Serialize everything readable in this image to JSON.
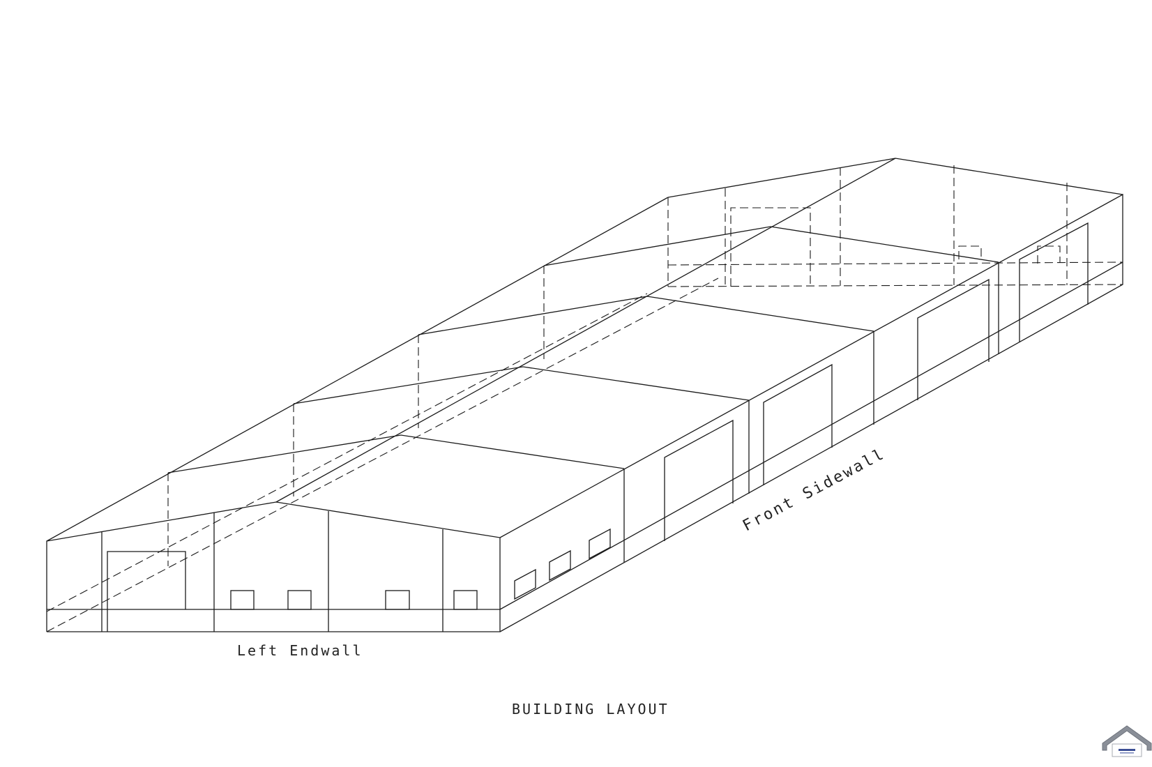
{
  "drawing": {
    "title": "BUILDING LAYOUT",
    "left_endwall_label": "Left Endwall",
    "front_sidewall_label": "Front Sidewall"
  },
  "watermark": {
    "icon": "house-logo-icon",
    "color": "#8a8f98",
    "accent": "#3b4f95"
  },
  "colors": {
    "line": "#1a1a1a",
    "background": "#ffffff"
  }
}
